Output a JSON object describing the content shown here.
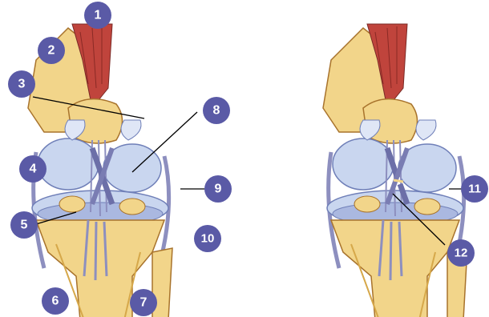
{
  "colors": {
    "badge_fill": "#5a5aa6",
    "badge_text": "#ffffff",
    "bone": "#f2d58a",
    "bone_shade": "#d6a84a",
    "bone_outline": "#a8732c",
    "cartilage": "#c9d6ef",
    "cartilage_outline": "#6f7fb8",
    "muscle": "#c0443c",
    "ligament": "#8d8fbf",
    "leader_line": "#000000"
  },
  "labels": [
    {
      "id": "1",
      "text": "1"
    },
    {
      "id": "2",
      "text": "2"
    },
    {
      "id": "3",
      "text": "3"
    },
    {
      "id": "4",
      "text": "4"
    },
    {
      "id": "5",
      "text": "5"
    },
    {
      "id": "6",
      "text": "6"
    },
    {
      "id": "7",
      "text": "7"
    },
    {
      "id": "8",
      "text": "8"
    },
    {
      "id": "9",
      "text": "9"
    },
    {
      "id": "10",
      "text": "10"
    },
    {
      "id": "11",
      "text": "11"
    },
    {
      "id": "12",
      "text": "12"
    }
  ]
}
